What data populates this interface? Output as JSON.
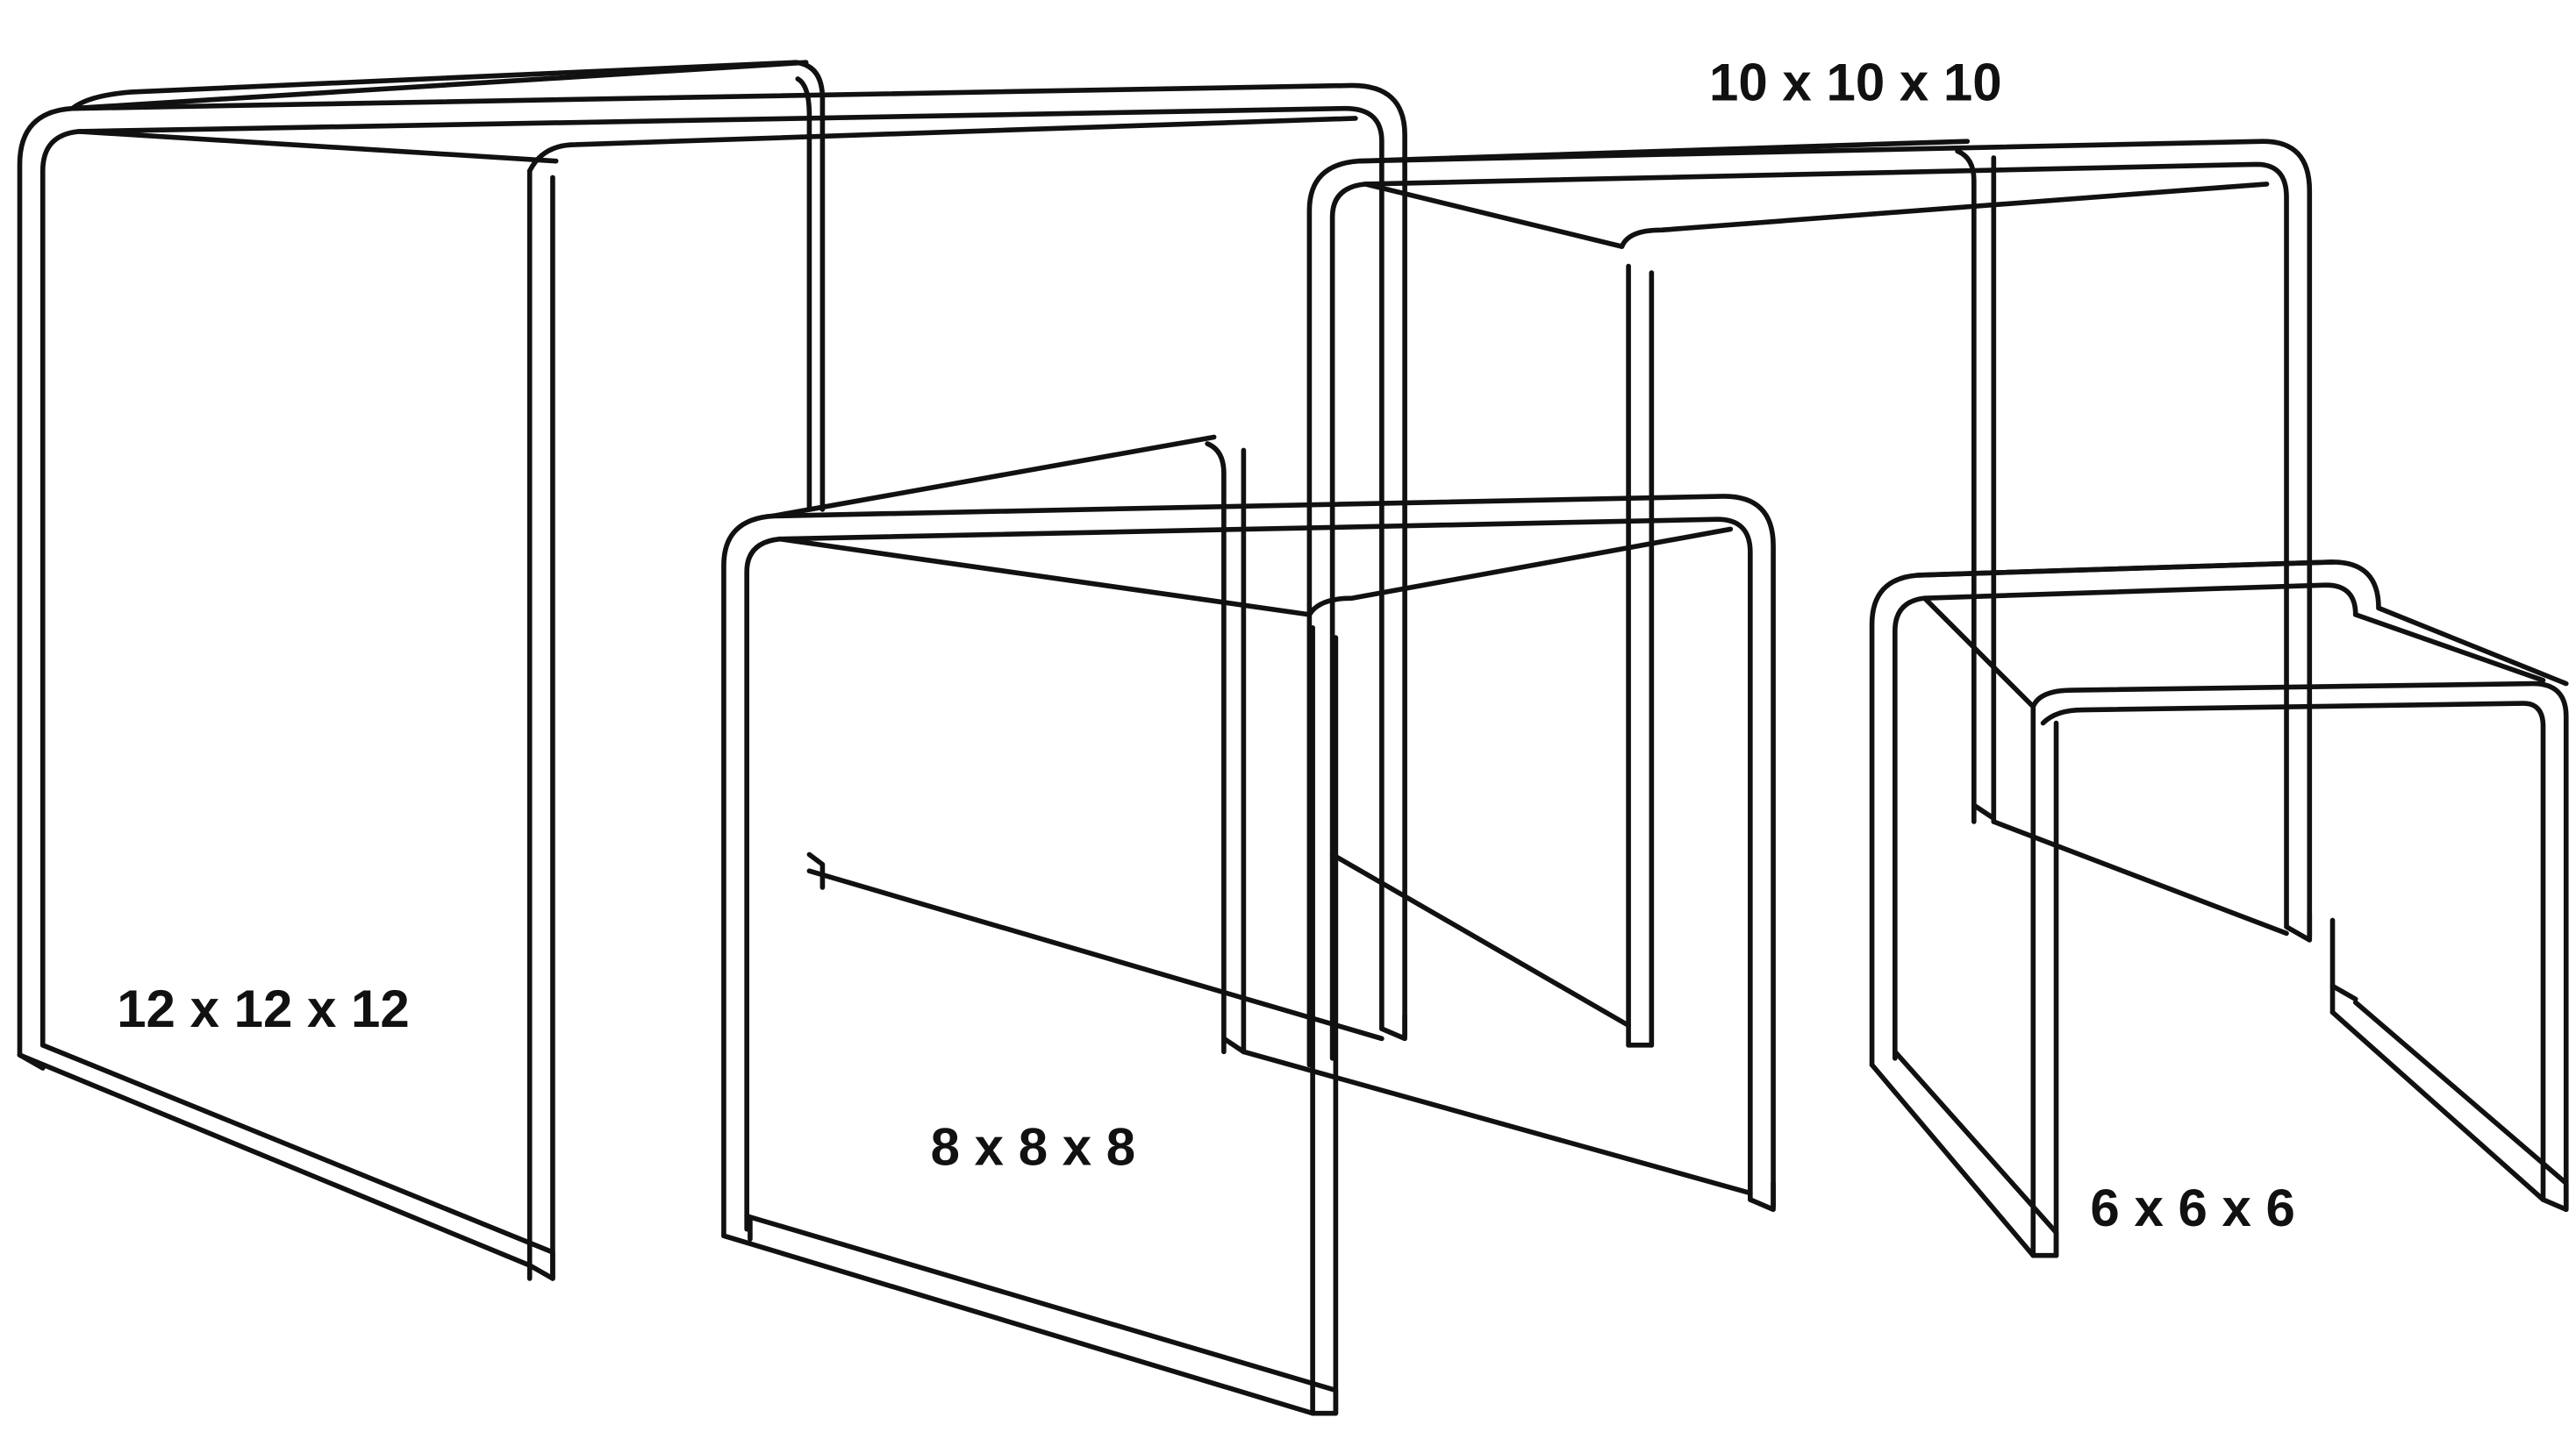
{
  "diagram": {
    "background_color": "#ffffff",
    "line_color": "#111111",
    "risers": [
      {
        "id": "riser-12",
        "label": "12 x 12 x 12"
      },
      {
        "id": "riser-10",
        "label": "10 x 10 x 10"
      },
      {
        "id": "riser-8",
        "label": "8 x 8 x 8"
      },
      {
        "id": "riser-6",
        "label": "6 x 6 x 6"
      }
    ]
  }
}
